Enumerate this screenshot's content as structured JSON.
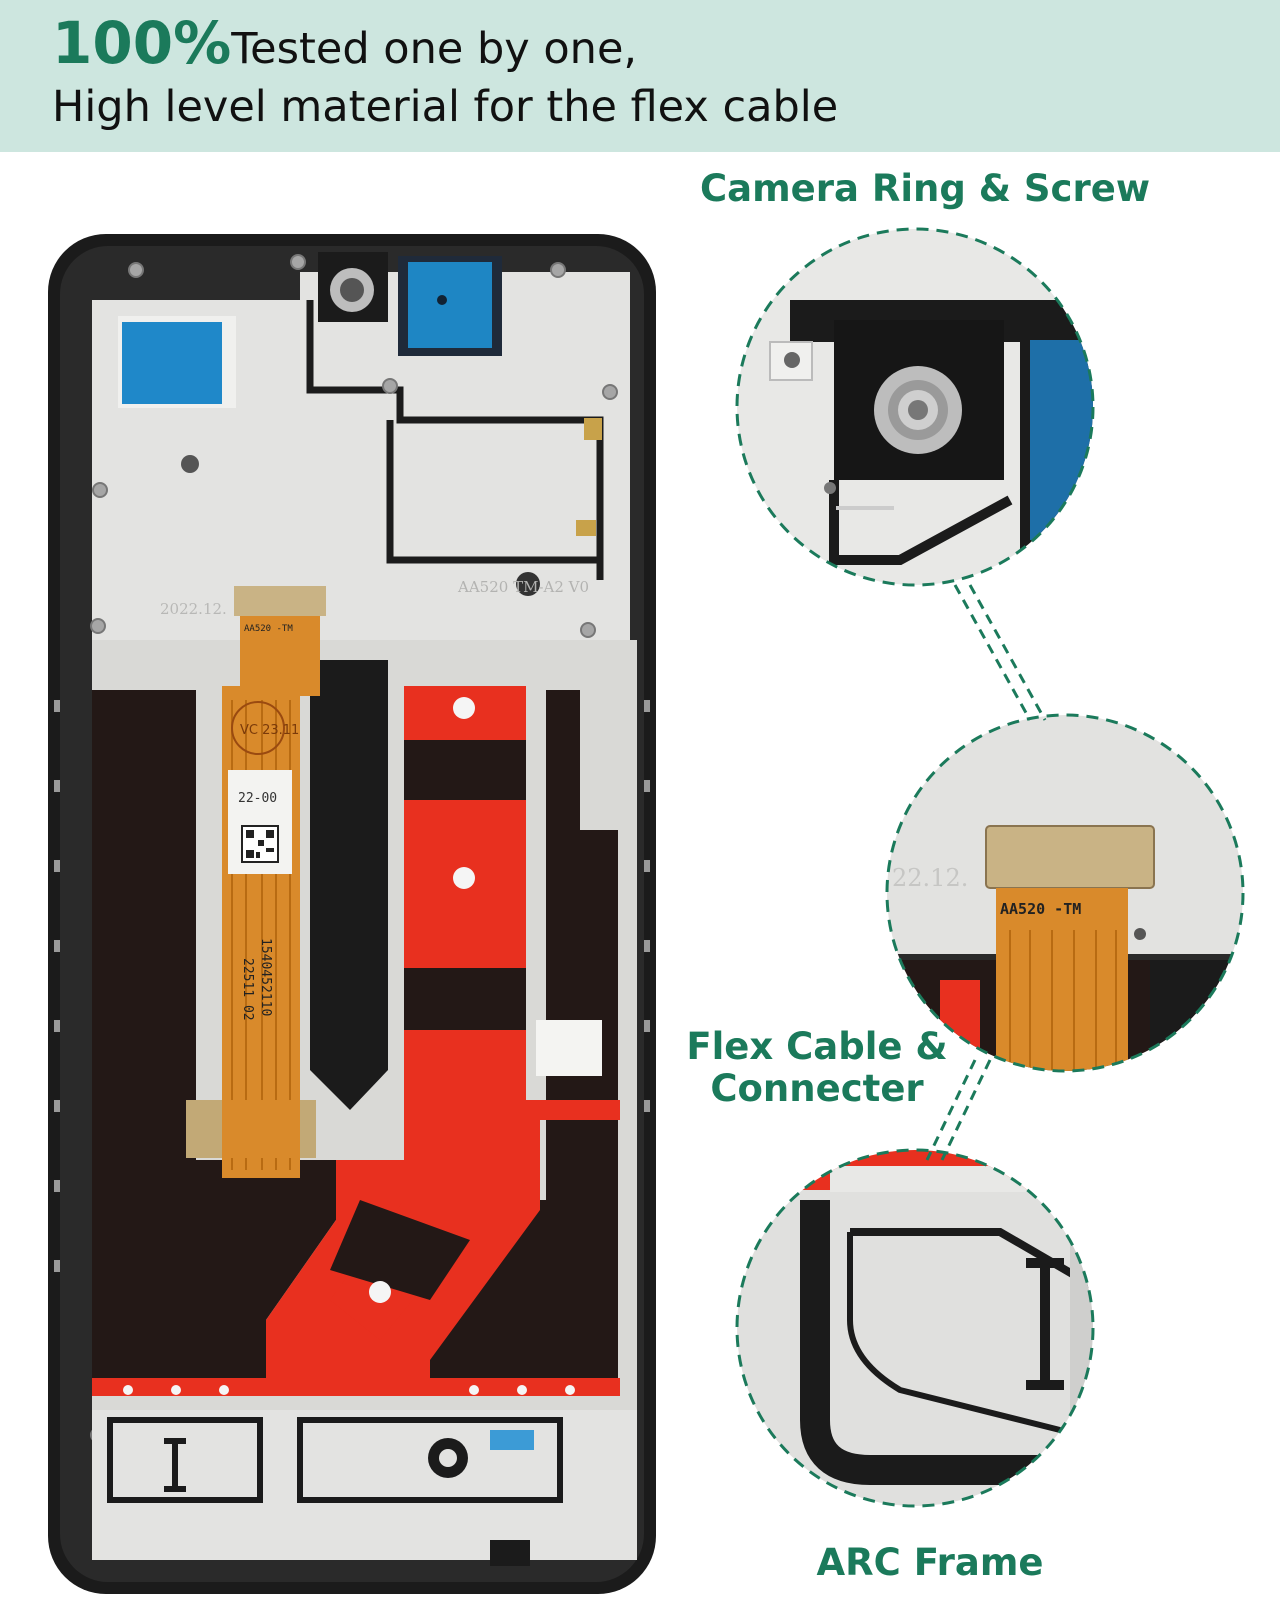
{
  "banner": {
    "percent": "100%",
    "line1_rest": "Tested one by one,",
    "line2": "High level material for the flex cable"
  },
  "labels": {
    "camera": "Camera Ring & Screw",
    "flex": "Flex Cable & Connecter",
    "arc": "ARC Frame"
  },
  "phone_markings": {
    "date_stamp": "2022.12.",
    "board_code": "AA520 TM-A2 V0",
    "flex_top_label": "AA520 -TM",
    "sticker_code": "22-00",
    "stamp": "VC 23.11",
    "flex_number_1": "1540452110",
    "flex_number_2": "22511 02"
  },
  "zoom_markings": {
    "date_stamp": "22.12.",
    "flex_label": "AA520 -TM"
  },
  "colors": {
    "accent_green": "#1b7a5b",
    "banner_bg": "#cde6df",
    "frame_black": "#1b1b1b",
    "metal": "#e3e3e1",
    "tape_red": "#e8301f",
    "flex_orange": "#d98a2b"
  }
}
